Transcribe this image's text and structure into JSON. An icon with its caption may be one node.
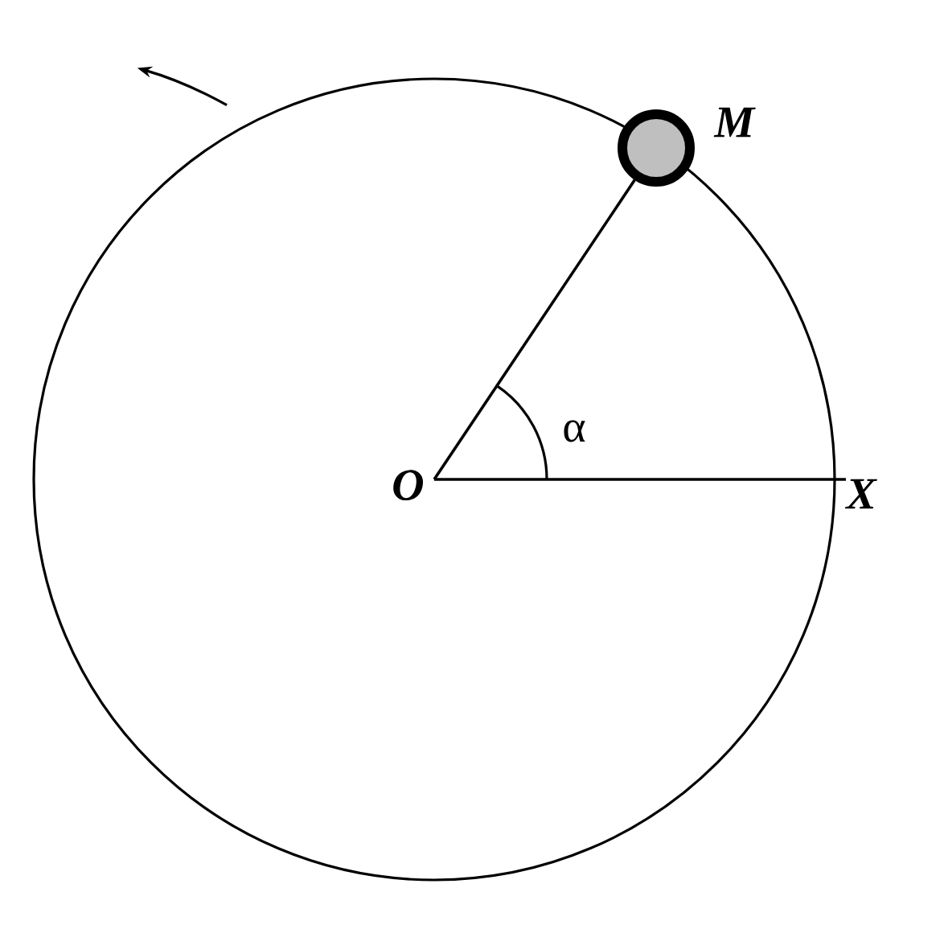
{
  "diagram": {
    "nodes": [
      {
        "text": [
          "O"
        ]
      },
      {
        "text": [],
        "shape": "circle",
        "beside": [
          "M"
        ]
      },
      {
        "text": [
          "X"
        ]
      }
    ],
    "edges": [
      {
        "from": 0,
        "to": 1,
        "arrow": "none"
      },
      {
        "from": 0,
        "to": 2,
        "arrow": "none"
      }
    ],
    "labels": [
      "α"
    ]
  }
}
